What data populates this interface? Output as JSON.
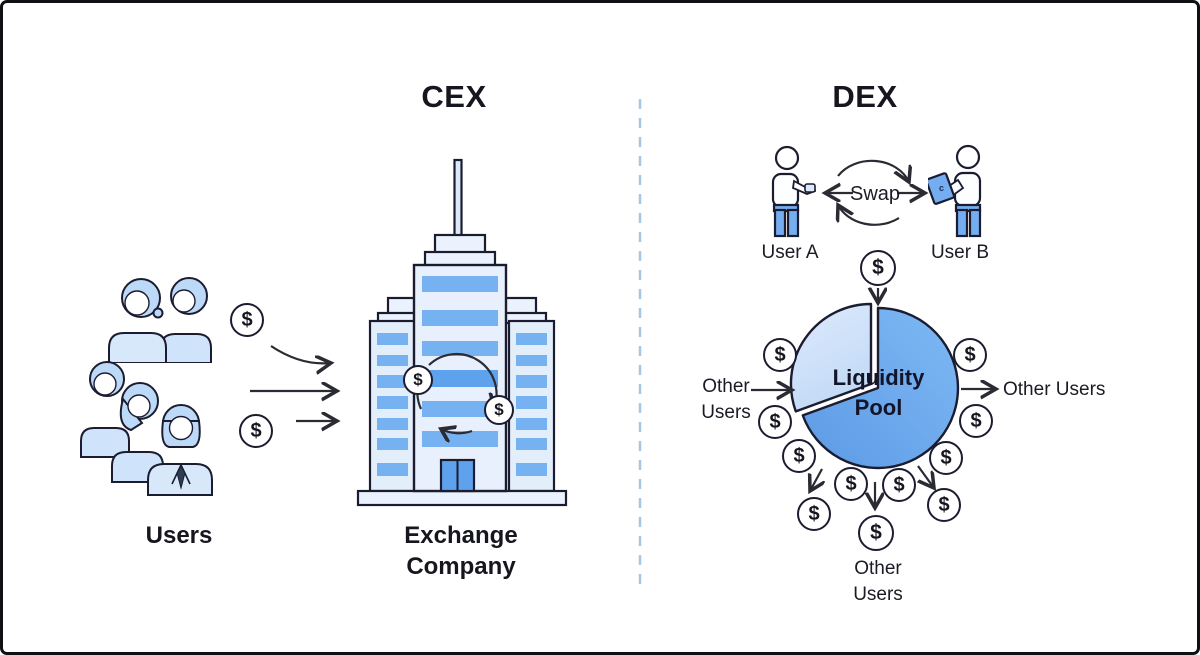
{
  "left_panel": {
    "title": "CEX",
    "users_label": "Users",
    "company_line1": "Exchange",
    "company_line2": "Company"
  },
  "right_panel": {
    "title": "DEX",
    "user_a_label": "User A",
    "user_b_label": "User B",
    "swap_label": "Swap",
    "pool_line1": "Liquidity",
    "pool_line2": "Pool",
    "other_left_line1": "Other",
    "other_left_line2": "Users",
    "other_right_label": "Other Users",
    "other_bottom_line1": "Other",
    "other_bottom_line2": "Users",
    "tablet_mark": "c"
  },
  "symbols": {
    "dollar": "$"
  },
  "colors": {
    "outline": "#1c1c30",
    "window_blue": "#76B1F1",
    "light_blue": "#CFE4FA",
    "pie_dark": "#66A5EB",
    "pie_light": "#CFE2F8",
    "divider": "#A5C6E6"
  }
}
